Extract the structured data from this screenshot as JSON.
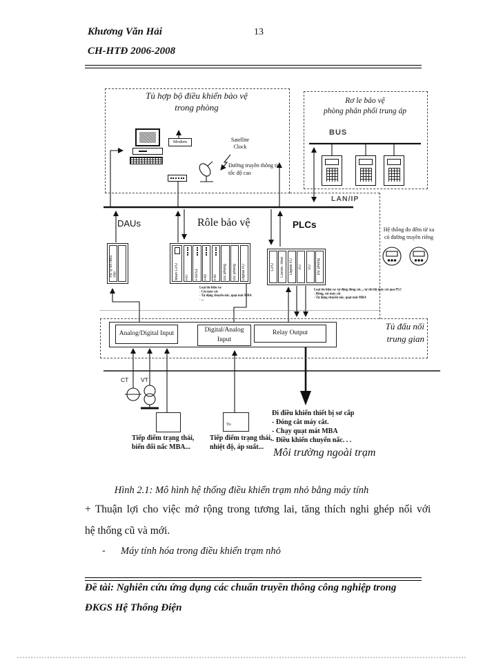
{
  "page": {
    "author": "Khương Văn Hải",
    "page_number": "13",
    "course": "CH-HTĐ 2006-2008"
  },
  "diagram": {
    "control_cabinet": {
      "title1": "Tủ hợp bộ điều khiển bảo vệ",
      "title2": "trong phòng",
      "modem": "Modem",
      "satellite_clock": "Satellite Clock",
      "highspeed1": "Đường truyền thông tin",
      "highspeed2": "tốc độ cao"
    },
    "relay_room": {
      "title1": "Rơ le bảo vệ",
      "title2": "phòng phân phối trung áp",
      "bus": "BUS"
    },
    "lan": "LAN/IP",
    "dau": {
      "label": "DAUs",
      "unit": "Xử lý tín hiệu vào"
    },
    "relay_rack": {
      "label": "Rôle bảo vệ",
      "modules": [
        "Main CPU",
        "F87",
        "F50/51",
        "F49",
        "F90",
        "Dự phòng",
        "Dự phòng",
        "Digital I/O"
      ],
      "note1": "Loại tín hiệu ra:",
      "note2": "- Cắt máy cắt",
      "note3": "- Tự động chuyển nấc, quạt mát MBA",
      "note4": "- ..."
    },
    "plc_rack": {
      "label": "PLCs",
      "modules": [
        "CPU",
        "Comm. Mod",
        "Digital I/O",
        "I/O",
        "I/O",
        "Dự phòng"
      ],
      "note1": "Loại tín hiệu ra: tự động đóng cắt..., tự chỉ thị máy cắt qua PLC",
      "note2": "- Đóng, cắt máy cắt",
      "note3": "- Tự động chuyển nấc, quạt mát MBA"
    },
    "metering": {
      "line1": "Hệ thống đo đếm từ xa",
      "line2": "có đường truyền riêng"
    },
    "marshalling": {
      "title1": "Tủ đấu nối",
      "title2": "trung gian",
      "box1": "Analog/Digital Input",
      "box2": "Digital/Analog Input",
      "box3": "Relay Output"
    },
    "ct": "CT",
    "vt": "VT",
    "contact1": {
      "line1": "Tiếp điểm trạng thái,",
      "line2": "biến đổi nấc MBA..."
    },
    "contact2": {
      "inner": "To",
      "line1": "Tiếp điểm trạng thái,",
      "line2": "nhiệt độ, áp suất..."
    },
    "primary": {
      "line1": "Đi điều khiển thiết bị sơ cấp",
      "line2": "- Đóng cắt máy cắt.",
      "line3": "- Chạy quạt mát MBA",
      "line4": "- Điều khiển chuyển nấc. . ."
    },
    "environment": "Môi trường ngoài trạm"
  },
  "caption": "Hình 2.1: Mô hình hệ thống điều khiển trạm nhỏ bằng máy tính",
  "body": {
    "para1": "+ Thuận lợi cho việc mở rộng trong tương lai, tăng thích nghi ghép nối với",
    "para2": "hệ thống cũ và mới.",
    "bullet_marker": "-",
    "bullet": "Máy tính hóa trong điều khiển trạm nhỏ"
  },
  "footer": {
    "line1": "Đề tài: Nghiên cứu ứng dụng các chuẩn truyền thông công nghiệp trong",
    "line2": "ĐKGS Hệ Thống Điện"
  }
}
